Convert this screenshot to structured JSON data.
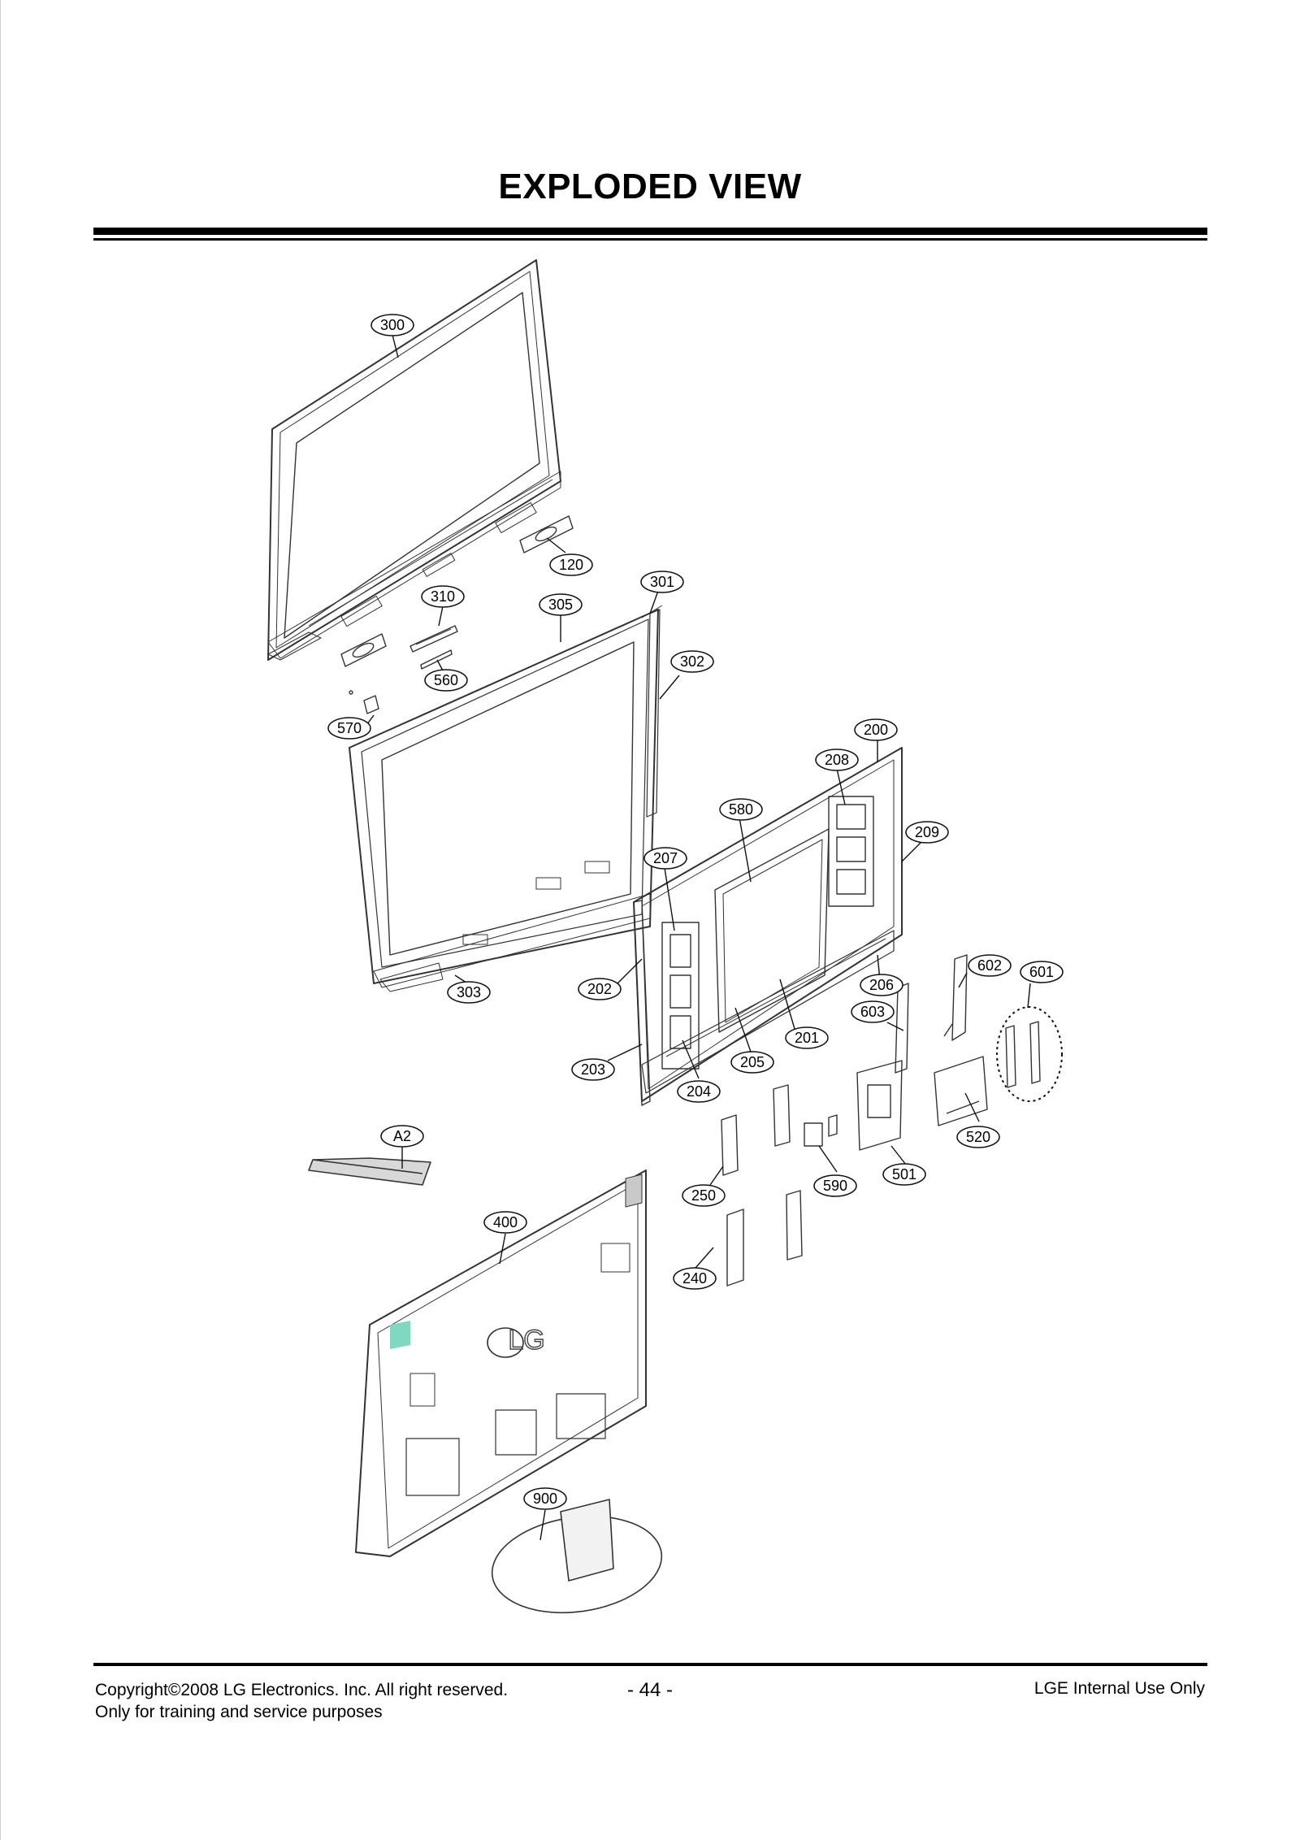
{
  "page": {
    "title": "EXPLODED VIEW",
    "page_number": "- 44 -"
  },
  "footer": {
    "copyright": "Copyright©2008 LG Electronics. Inc. All right reserved.",
    "purpose": "Only for training and service purposes",
    "internal": "LGE Internal Use Only"
  },
  "diagram": {
    "logo_text": "LG",
    "callouts": [
      "300",
      "120",
      "301",
      "310",
      "305",
      "302",
      "560",
      "570",
      "200",
      "208",
      "580",
      "209",
      "207",
      "202",
      "206",
      "602",
      "601",
      "603",
      "303",
      "201",
      "205",
      "203",
      "204",
      "A2",
      "520",
      "250",
      "590",
      "501",
      "400",
      "240",
      "900"
    ]
  }
}
